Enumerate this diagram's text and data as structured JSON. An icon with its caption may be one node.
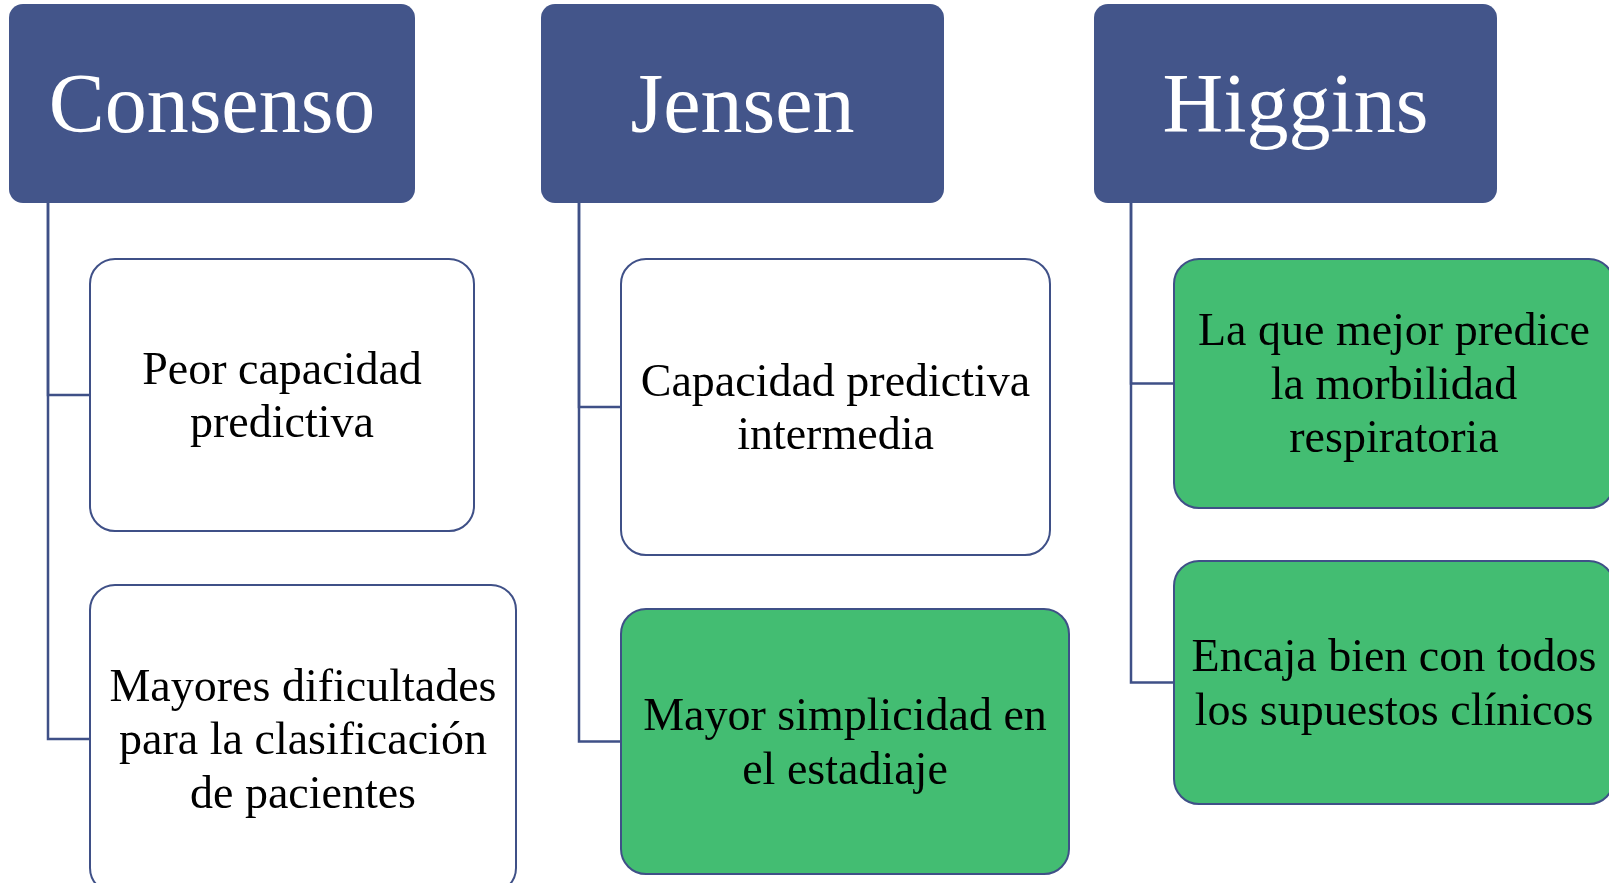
{
  "diagram": {
    "nodes": [
      {
        "text": [
          "Consenso"
        ]
      },
      {
        "text": [
          "Peor capacidad predictiva"
        ]
      },
      {
        "text": [
          "Mayores dificultades para la clasificación de pacientes"
        ]
      },
      {
        "text": [
          "Jensen"
        ]
      },
      {
        "text": [
          "Capacidad predictiva intermedia"
        ]
      },
      {
        "text": [
          "Mayor simplicidad en el estadiaje"
        ]
      },
      {
        "text": [
          "Higgins"
        ]
      },
      {
        "text": [
          "La que mejor predice la morbilidad respiratoria"
        ]
      },
      {
        "text": [
          "Encaja bien con todos los supuestos clínicos"
        ]
      }
    ],
    "edges": [
      {
        "from": 0,
        "to": 1,
        "arrow": "none"
      },
      {
        "from": 0,
        "to": 2,
        "arrow": "none"
      },
      {
        "from": 3,
        "to": 4,
        "arrow": "none"
      },
      {
        "from": 3,
        "to": 5,
        "arrow": "none"
      },
      {
        "from": 6,
        "to": 7,
        "arrow": "none"
      },
      {
        "from": 6,
        "to": 8,
        "arrow": "none"
      }
    ]
  }
}
